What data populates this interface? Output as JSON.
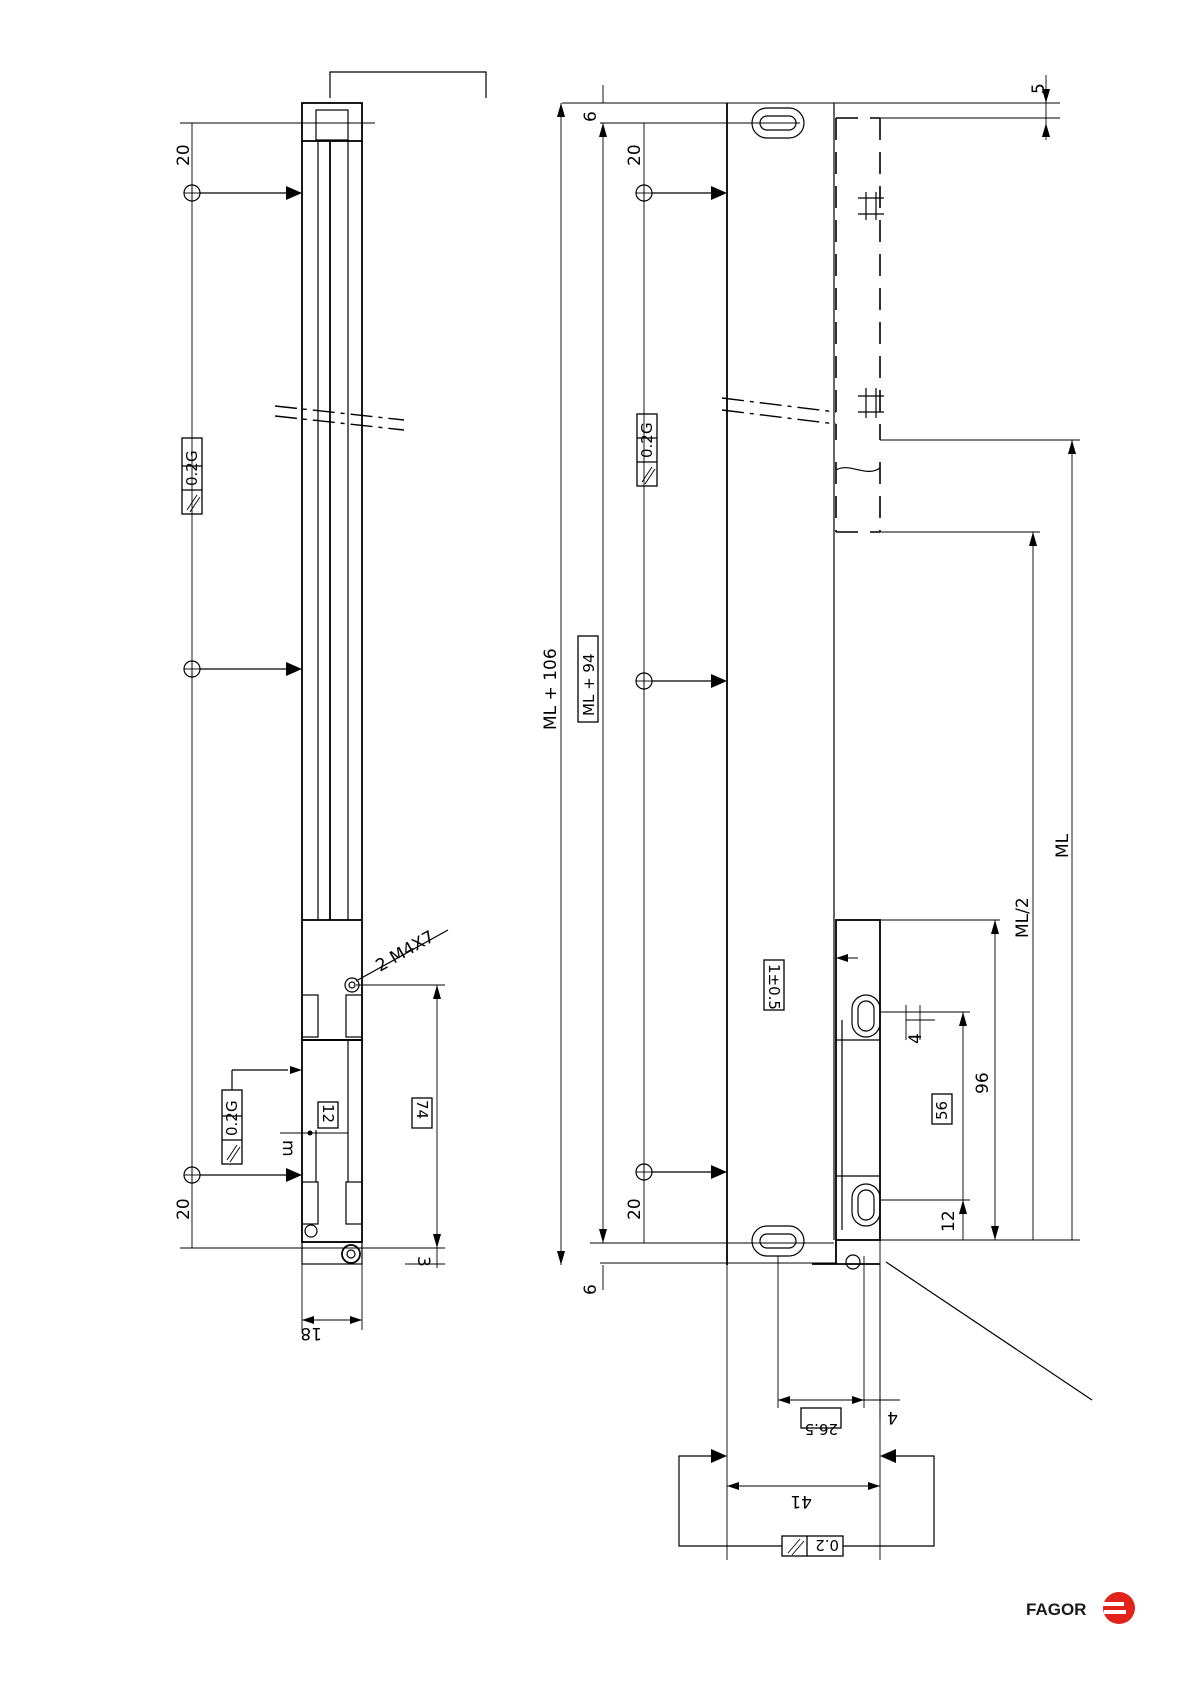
{
  "brand": {
    "name": "FAGOR",
    "logo_color": "#e2231a"
  },
  "left_view": {
    "dim_top": "20",
    "dim_bottom": "20",
    "flatness_tolerance": {
      "value": "0.2",
      "datum": "G"
    },
    "flatness_tolerance_small": {
      "value": "0.2",
      "datum": "G"
    },
    "thread_label": "2 M4X7",
    "dim_width": "18",
    "dim_slot": "12",
    "dim_holes": "74",
    "dim_offset": "3",
    "dim_small_m": "m"
  },
  "right_view": {
    "dim_top_small": "6",
    "dim_top_edge": "5",
    "dim_first_hole": "20",
    "dim_last_hole": "20",
    "dim_bottom_small": "6",
    "overall_length": "ML + 106",
    "hole_distance": "ML + 94",
    "flatness_tolerance": {
      "value": "0.2",
      "datum": "G"
    },
    "measuring_length": "ML",
    "half_length": "ML/2",
    "dim_96": "96",
    "dim_56": "56",
    "dim_12": "12",
    "dim_4": "4",
    "gap_tolerance": "1±0.5",
    "dim_26_5": "26.5",
    "dim_4_bottom": "4",
    "dim_41": "41",
    "parallelism_bottom": {
      "value": "0.2"
    }
  }
}
